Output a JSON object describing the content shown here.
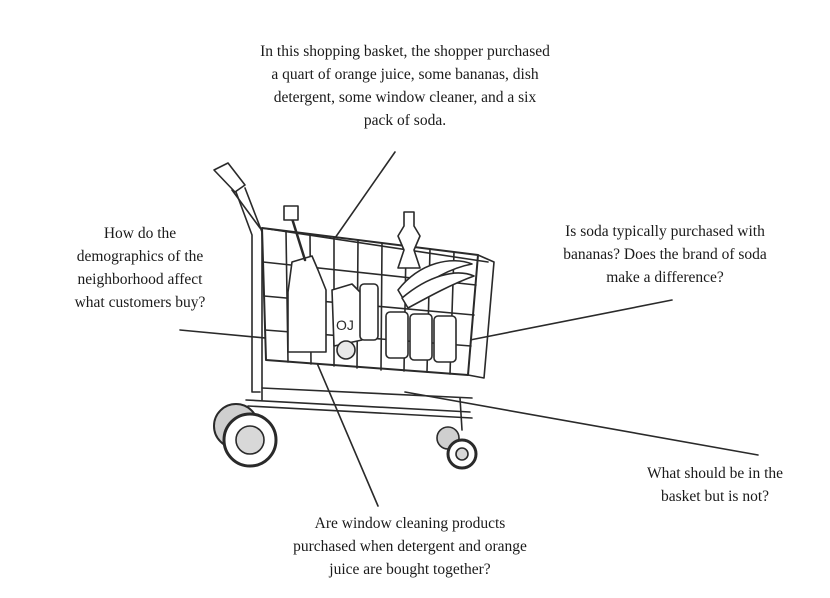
{
  "callouts": {
    "top": "In this shopping basket, the shopper purchased\na quart of orange juice, some bananas, dish\ndetergent, some window cleaner, and a six\npack of soda.",
    "left": "How do the\ndemographics of the\nneighborhood affect\nwhat customers buy?",
    "right": "Is soda typically purchased with\nbananas?  Does the brand of soda\nmake a difference?",
    "bottom": "Are window cleaning products\npurchased when detergent and orange\njuice are bought together?",
    "bottom_right": "What should be in the\nbasket but is not?"
  },
  "illustration": {
    "subject": "shopping-cart",
    "line_color": "#2a2a2a",
    "fill_color": "#ffffff"
  }
}
